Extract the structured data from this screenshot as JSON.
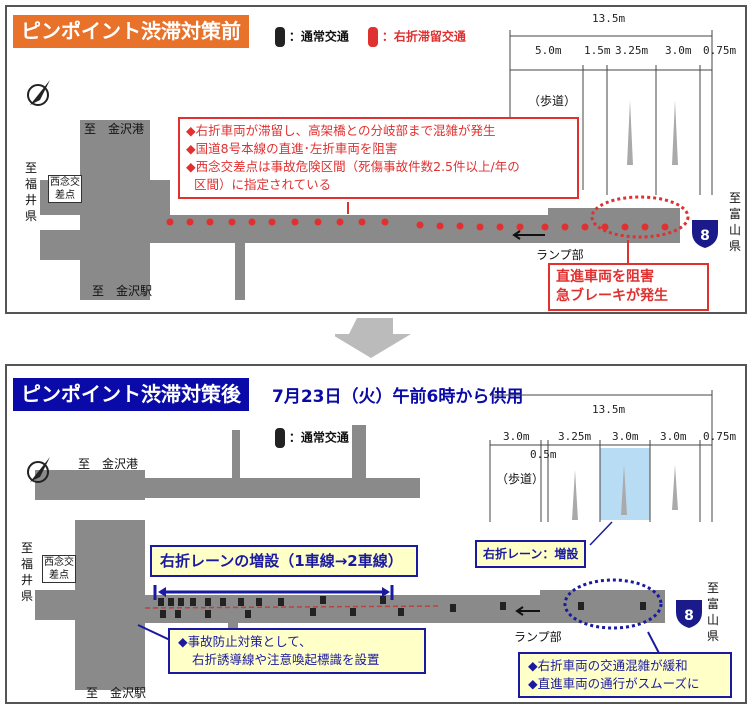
{
  "colors": {
    "before_title": "#e8722a",
    "after_title": "#0a0aa8",
    "alert_red": "#e03030",
    "info_blue": "#1a1aa0",
    "callout_yellow": "#ffffc8",
    "lane_highlight": "#b8dcf4",
    "road_gray": "#7a7a7a"
  },
  "before": {
    "title": "ピンポイント渋滞対策前",
    "legend": [
      {
        "icon": "car-black-icon",
        "label": "：通常交通"
      },
      {
        "icon": "car-red-icon",
        "label": "：右折滞留交通"
      }
    ],
    "cross_section": {
      "total": "13.5m",
      "widths": [
        "5.0m",
        "1.5m",
        "3.25m",
        "3.0m",
        "0.75m"
      ],
      "sidewalk": "（歩道）"
    },
    "places": {
      "north": "至　金沢港",
      "south": "至　金沢駅",
      "west": "至福井県",
      "east": "至富山県",
      "intersection": "西念交差点",
      "ramp": "ランプ部",
      "route": "8"
    },
    "issues": [
      "◆右折車両が滞留し、高架橋との分岐部まで混雑が発生",
      "◆国道8号本線の直進･左折車両を阻害",
      "◆西念交差点は事故危険区間（死傷事故件数2.5件以上/年の",
      "区間）に指定されている"
    ],
    "alert": [
      "直進車両を阻害",
      "急ブレーキが発生"
    ]
  },
  "after": {
    "title": "ピンポイント渋滞対策後",
    "date": "7月23日（火）午前6時から供用",
    "legend": [
      {
        "icon": "car-black-icon",
        "label": "：通常交通"
      }
    ],
    "cross_section": {
      "total": "13.5m",
      "widths": [
        "3.0m",
        "3.25m",
        "3.0m",
        "3.0m",
        "0.75m"
      ],
      "sub": "0.5m",
      "sidewalk": "（歩道）"
    },
    "lane_callout": "右折レーン：増設",
    "places": {
      "north": "至　金沢港",
      "south": "至　金沢駅",
      "west": "至福井県",
      "east": "至富山県",
      "intersection": "西念交差点",
      "ramp": "ランプ部",
      "route": "8"
    },
    "lane_added": "右折レーンの増設（1車線→2車線）",
    "safety": [
      "◆事故防止対策として、",
      "右折誘導線や注意喚起標識を設置"
    ],
    "effects": [
      "◆右折車両の交通混雑が緩和",
      "◆直進車両の通行がスムーズに"
    ]
  }
}
